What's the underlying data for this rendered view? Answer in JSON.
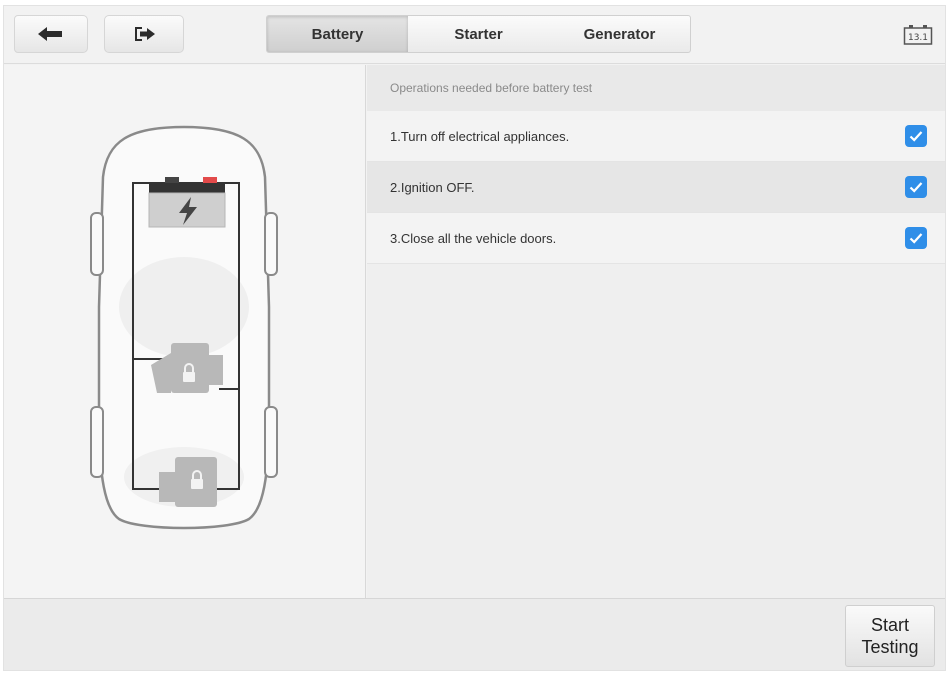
{
  "toolbar": {
    "back_icon": "back-arrow-icon",
    "exit_icon": "exit-icon",
    "version_label": "13.1"
  },
  "tabs": [
    {
      "label": "Battery",
      "active": true
    },
    {
      "label": "Starter",
      "active": false
    },
    {
      "label": "Generator",
      "active": false
    }
  ],
  "operations": {
    "header": "Operations needed before battery test",
    "items": [
      {
        "label": "1.Turn off electrical appliances.",
        "checked": true
      },
      {
        "label": "2.Ignition OFF.",
        "checked": true
      },
      {
        "label": "3.Close all the vehicle doors.",
        "checked": true
      }
    ]
  },
  "footer": {
    "start_label": "Start\nTesting"
  },
  "colors": {
    "accent": "#2f8ee8",
    "panel": "#f2f2f2"
  }
}
